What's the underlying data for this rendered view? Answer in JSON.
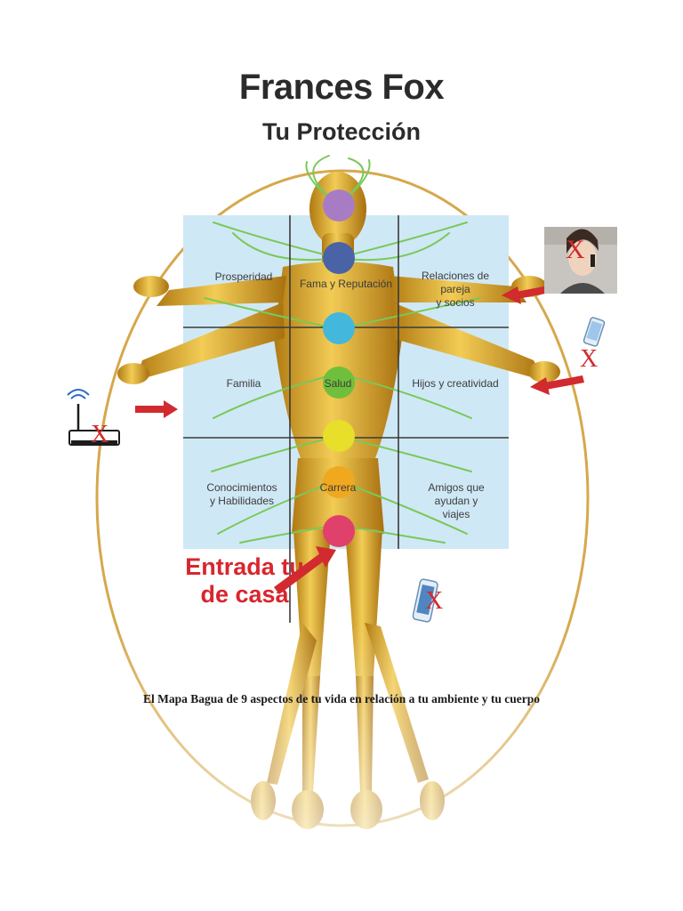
{
  "header": {
    "title": "Frances Fox",
    "subtitle": "Tu Protección"
  },
  "bagua": {
    "cells": {
      "prosperity": "Prosperidad",
      "fame": "Fama y Reputación",
      "relationships": "Relaciones de\npareja\ny socios",
      "family": "Familia",
      "health": "Salud",
      "children": "Hijos  y creatividad",
      "knowledge": "Conocimientos\ny Habilidades",
      "career": "Carrera",
      "friends": "Amigos que\nayudan y\nviajes"
    }
  },
  "entrance_label": "Entrada tu\nde casa",
  "caption": "El Mapa Bagua de 9 aspectos de tu vida  en relación a tu ambiente y tu cuerpo",
  "chakras": [
    {
      "name": "crown",
      "color": "#a87cc4"
    },
    {
      "name": "third-eye",
      "color": "#4a62a6"
    },
    {
      "name": "throat",
      "color": "#43b8dc"
    },
    {
      "name": "heart",
      "color": "#6fbf3c"
    },
    {
      "name": "solar-plexus",
      "color": "#e7df2a"
    },
    {
      "name": "sacral",
      "color": "#f0a81e"
    },
    {
      "name": "root",
      "color": "#e0416a"
    }
  ],
  "icons": {
    "router": "wifi-router-icon",
    "phone_call": "phone-call-photo-icon",
    "mobile_right": "mobile-phone-icon",
    "mobile_bottom": "mobile-phone-icon",
    "blocked": "red-x-icon"
  },
  "colors": {
    "grid_bg": "#cfe8f5",
    "gold": "#d9a521",
    "circle": "#d6a84c",
    "arrow": "#d12a2f",
    "lines": "#7ac85a"
  }
}
